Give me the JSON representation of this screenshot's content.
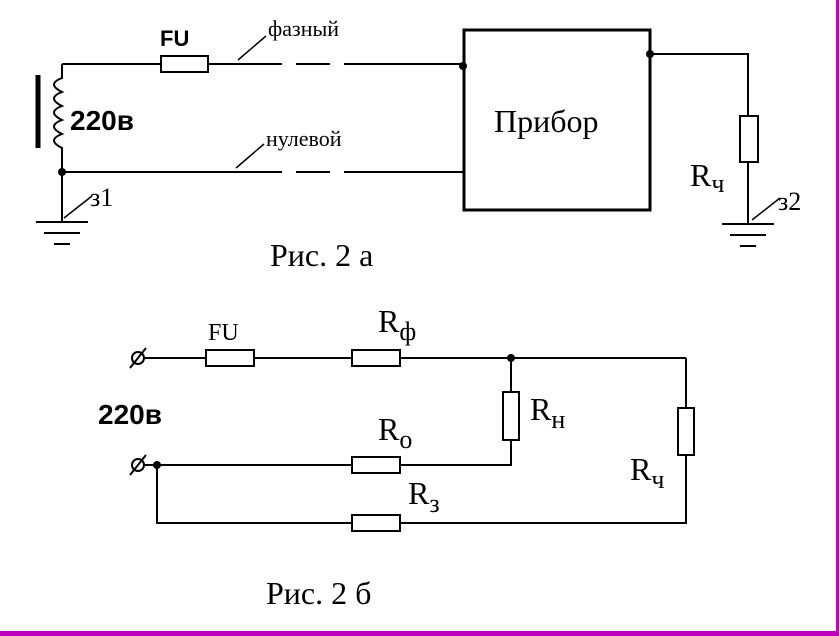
{
  "fig_a": {
    "fuse_label": "FU",
    "phase_label": "фазный",
    "neutral_label": "нулевой",
    "voltage_label": "220в",
    "device_label": "Прибор",
    "body_resistance_label": "R",
    "body_resistance_subscript": "ч",
    "ground1_label": "з1",
    "ground2_label": "з2",
    "caption": "Рис. 2 а"
  },
  "fig_b": {
    "fuse_label": "FU",
    "voltage_label": "220в",
    "phase_resistance_label": "R",
    "phase_resistance_subscript": "ф",
    "neutral_resistance_label": "R",
    "neutral_resistance_subscript": "о",
    "load_resistance_label": "R",
    "load_resistance_subscript": "н",
    "body_resistance_label": "R",
    "body_resistance_subscript": "ч",
    "ground_resistance_label": "R",
    "ground_resistance_subscript": "з",
    "caption": "Рис. 2 б"
  }
}
